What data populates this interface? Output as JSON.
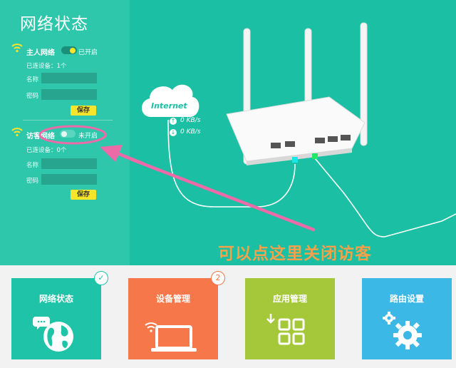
{
  "panel": {
    "title": "网络状态",
    "main_network": {
      "label": "主人网络",
      "toggle_status": "已开启",
      "connected": "已连设备：1个",
      "name_label": "名称",
      "password_label": "密码",
      "save_label": "保存"
    },
    "guest_network": {
      "label": "访客网络",
      "toggle_status": "未开启",
      "connected": "已连设备：0个",
      "name_label": "名称",
      "password_label": "密码",
      "save_label": "保存"
    }
  },
  "diagram": {
    "internet_label": "Internet",
    "upload_speed": "0 KB/s",
    "download_speed": "0 KB/s"
  },
  "annotation": {
    "text": "可以点这里关闭访客"
  },
  "nav_cards": [
    {
      "label": "网络状态",
      "color": "#1fc4a8",
      "icon": "globe-icon",
      "badge": "✓"
    },
    {
      "label": "设备管理",
      "color": "#f5774a",
      "icon": "laptop-wifi-icon",
      "badge": "2"
    },
    {
      "label": "应用管理",
      "color": "#a5c83a",
      "icon": "apps-grid-icon"
    },
    {
      "label": "路由设置",
      "color": "#3cb8e6",
      "icon": "gears-icon"
    }
  ],
  "colors": {
    "accent_teal": "#1bbfa3",
    "toggle_knob_on": "#f6e52a",
    "annotation_pink": "#ec6aa8",
    "annotation_text": "#f4a14a"
  }
}
